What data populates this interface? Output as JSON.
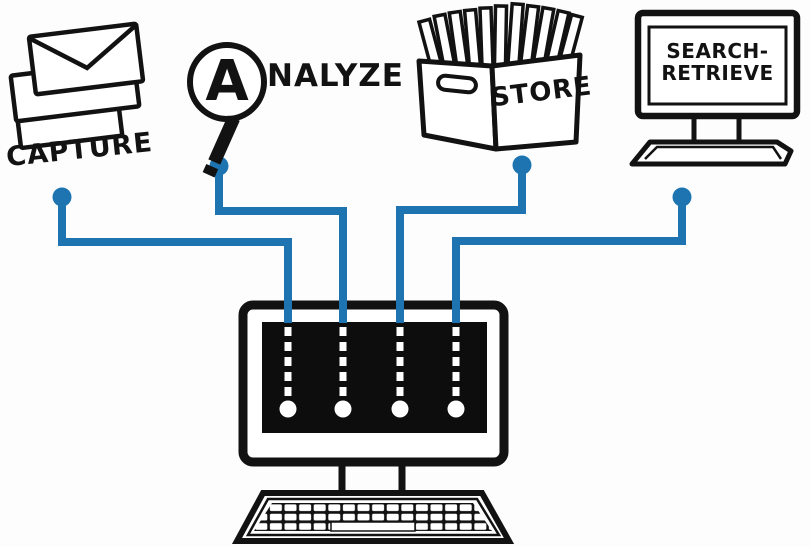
{
  "scene": {
    "background": "#fdfdfd",
    "ink_color": "#121212",
    "accent_blue": "#1e74b0",
    "description": "Hand-drawn whiteboard diagram: document workflow steps wired into a computer"
  },
  "nodes": {
    "capture": {
      "label": "CAPTURE",
      "icon": "envelope-stack-icon"
    },
    "analyze": {
      "word": "ANALYZE",
      "initial": "A",
      "rest": "NALYZE",
      "icon": "magnifier-icon"
    },
    "store": {
      "label": "STORE",
      "icon": "file-box-icon"
    },
    "search_retrieve": {
      "line1": "SEARCH-",
      "line2": "RETRIEVE",
      "icon": "desktop-monitor-icon"
    }
  },
  "central_computer": {
    "icon": "computer-with-keyboard-icon",
    "port_lines": 4
  },
  "connections": [
    {
      "from": "capture",
      "to": "central-computer",
      "color": "#1e74b0"
    },
    {
      "from": "analyze",
      "to": "central-computer",
      "color": "#1e74b0"
    },
    {
      "from": "store",
      "to": "central-computer",
      "color": "#1e74b0"
    },
    {
      "from": "search-retrieve",
      "to": "central-computer",
      "color": "#1e74b0"
    }
  ]
}
